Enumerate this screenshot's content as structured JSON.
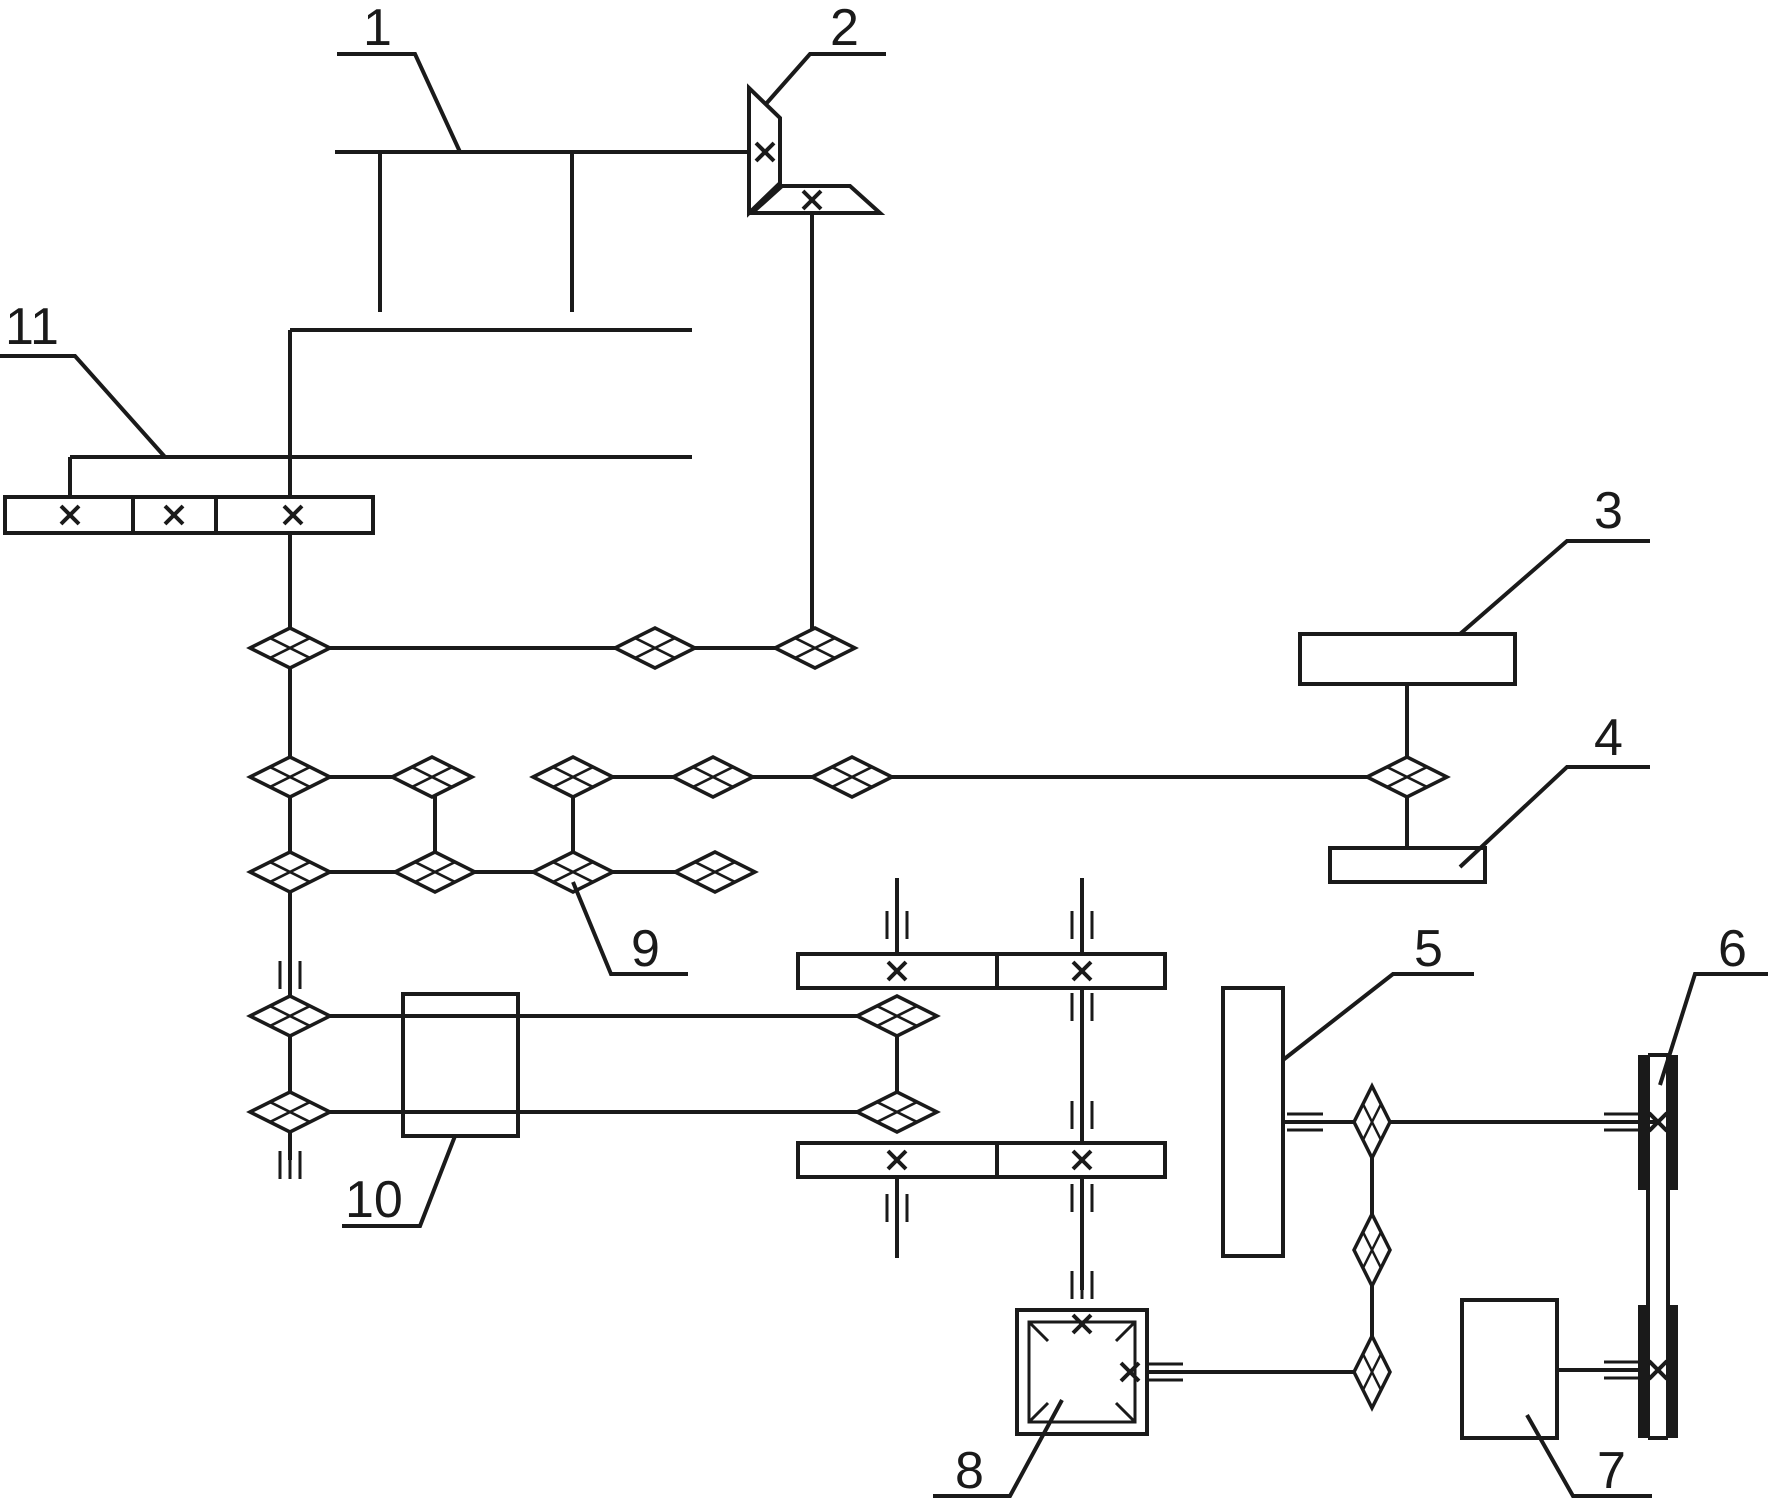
{
  "diagram": {
    "labels": {
      "1": "1",
      "2": "2",
      "3": "3",
      "4": "4",
      "5": "5",
      "6": "6",
      "7": "7",
      "8": "8",
      "9": "9",
      "10": "10",
      "11": "11"
    },
    "colors": {
      "stroke": "#1a1a1a",
      "background": "#ffffff"
    },
    "icons": {
      "universal_joint": "diamond-universal-joint-icon",
      "gear": "cross-mark-gear-icon",
      "bearing": "triple-bar-bearing-icon"
    }
  }
}
